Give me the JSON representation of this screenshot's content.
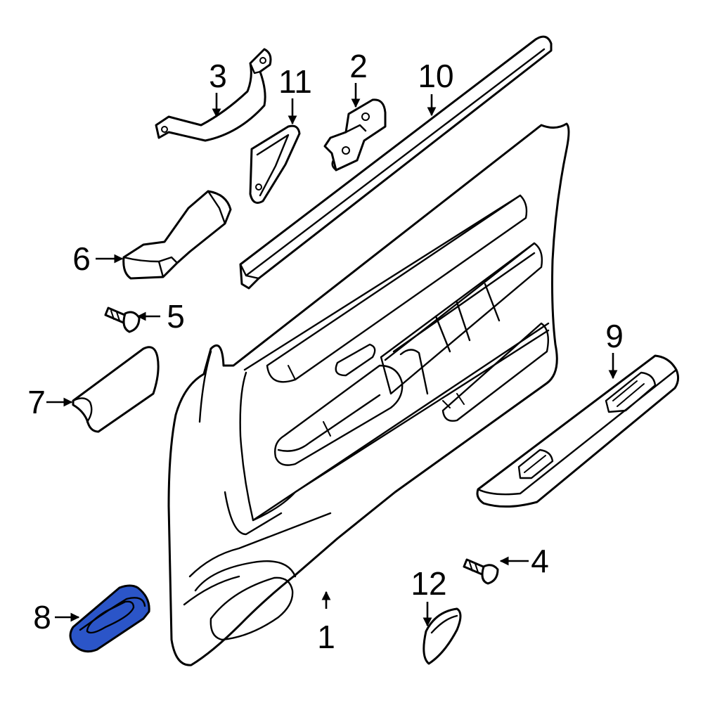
{
  "diagram": {
    "highlight_color": "#2b55c8",
    "parts": [
      {
        "id": "1",
        "label": "1"
      },
      {
        "id": "2",
        "label": "2"
      },
      {
        "id": "3",
        "label": "3"
      },
      {
        "id": "4",
        "label": "4"
      },
      {
        "id": "5",
        "label": "5"
      },
      {
        "id": "6",
        "label": "6"
      },
      {
        "id": "7",
        "label": "7"
      },
      {
        "id": "8",
        "label": "8",
        "highlighted": true
      },
      {
        "id": "9",
        "label": "9"
      },
      {
        "id": "10",
        "label": "10"
      },
      {
        "id": "11",
        "label": "11"
      },
      {
        "id": "12",
        "label": "12"
      }
    ]
  }
}
